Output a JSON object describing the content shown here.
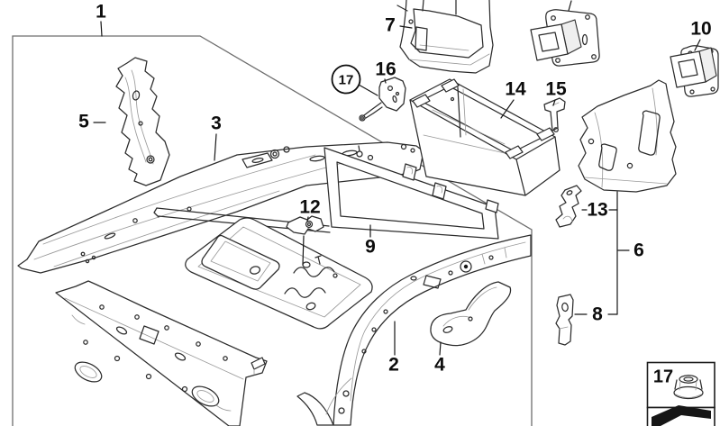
{
  "colors": {
    "background": "#ffffff",
    "ink": "#1d1d1d",
    "detail_line": "#9b9b9b",
    "frame_border": "#6e6e6e"
  },
  "callouts": {
    "c1": "1",
    "c2": "2",
    "c3": "3",
    "c4": "4",
    "c5": "5",
    "c6": "6",
    "c7": "7",
    "c8": "8",
    "c9": "9",
    "c10": "10",
    "c12": "12",
    "c13": "13",
    "c14": "14",
    "c15": "15",
    "c16": "16",
    "c17": "17"
  },
  "legend": {
    "item_number": "17",
    "arrow_icon": "direction-arrow-left"
  }
}
